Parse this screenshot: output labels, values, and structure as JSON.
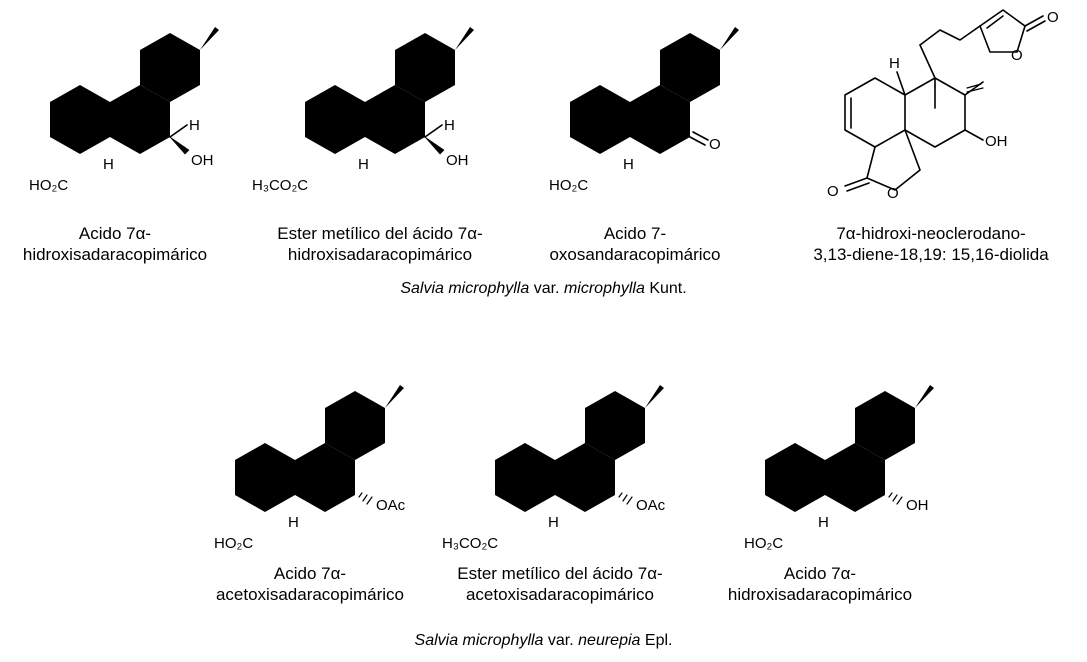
{
  "molecules": [
    {
      "id": "m1",
      "acid_label": "HO₂C",
      "substituent": "OH",
      "h_label": "H",
      "oxo": false,
      "caption": [
        "Acido 7α-",
        "hidroxisadaracopimárico"
      ]
    },
    {
      "id": "m2",
      "acid_label": "H₃CO₂C",
      "substituent": "OH",
      "h_label": "H",
      "oxo": false,
      "caption": [
        "Ester metílico del ácido 7α-",
        "hidroxisadaracopimárico"
      ]
    },
    {
      "id": "m3",
      "acid_label": "HO₂C",
      "substituent": "O",
      "h_label": "H",
      "oxo": true,
      "caption": [
        "Acido 7-",
        "oxosandaracopimárico"
      ]
    },
    {
      "id": "m4",
      "labels": {
        "oh": "OH",
        "h": "H",
        "o_lactone1": "O",
        "o_lactone2": "O",
        "o_ring": "O",
        "o_ring2": "O"
      },
      "caption": [
        "7α-hidroxi-neoclerodano-",
        "3,13-diene-18,19: 15,16-diolida"
      ]
    },
    {
      "id": "m5",
      "acid_label": "HO₂C",
      "substituent": "OAc",
      "h_label": "H",
      "oxo": false,
      "caption": [
        "Acido 7α-",
        "acetoxisadaracopimárico"
      ]
    },
    {
      "id": "m6",
      "acid_label": "H₃CO₂C",
      "substituent": "OAc",
      "h_label": "H",
      "oxo": false,
      "caption": [
        "Ester metílico del ácido 7α-",
        "acetoxisadaracopimárico"
      ]
    },
    {
      "id": "m7",
      "acid_label": "HO₂C",
      "substituent": "OH",
      "h_label": "H",
      "oxo": false,
      "caption": [
        "Acido 7α-",
        "hidroxisadaracopimárico"
      ]
    }
  ],
  "species": [
    {
      "genus_species": "Salvia microphylla",
      "rank": "var.",
      "variety": "microphylla",
      "author": "Kunt."
    },
    {
      "genus_species": "Salvia microphylla",
      "rank": "var.",
      "variety": "neurepia",
      "author": "Epl."
    }
  ]
}
